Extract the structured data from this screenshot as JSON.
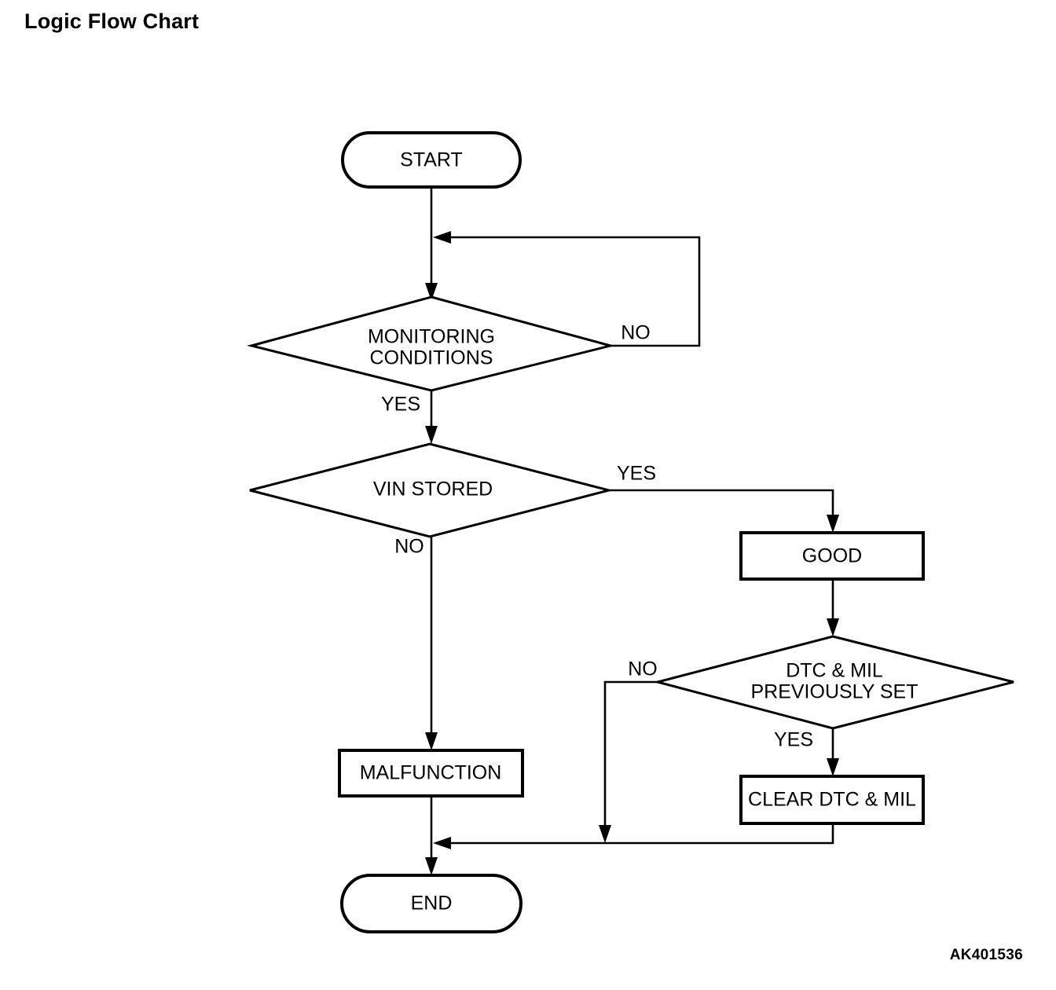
{
  "page": {
    "title": "Logic Flow Chart",
    "figure_code": "AK401536",
    "background_color": "#ffffff",
    "line_color": "#000000",
    "text_color": "#000000"
  },
  "chart_data": {
    "type": "flowchart",
    "title": "Logic Flow Chart",
    "nodes": [
      {
        "id": "start",
        "label": "START",
        "shape": "terminator"
      },
      {
        "id": "monitoring",
        "label": "MONITORING CONDITIONS",
        "label_line1": "MONITORING",
        "label_line2": "CONDITIONS",
        "shape": "decision"
      },
      {
        "id": "vin",
        "label": "VIN STORED",
        "shape": "decision"
      },
      {
        "id": "good",
        "label": "GOOD",
        "shape": "process"
      },
      {
        "id": "dtcmil",
        "label": "DTC & MIL PREVIOUSLY SET",
        "label_line1": "DTC & MIL",
        "label_line2": "PREVIOUSLY SET",
        "shape": "decision"
      },
      {
        "id": "clear",
        "label": "CLEAR DTC & MIL",
        "shape": "process"
      },
      {
        "id": "malfunction",
        "label": "MALFUNCTION",
        "shape": "process"
      },
      {
        "id": "end",
        "label": "END",
        "shape": "terminator"
      }
    ],
    "edges": [
      {
        "from": "start",
        "to": "monitoring",
        "label": ""
      },
      {
        "from": "monitoring",
        "to": "monitoring",
        "label": "NO"
      },
      {
        "from": "monitoring",
        "to": "vin",
        "label": "YES"
      },
      {
        "from": "vin",
        "to": "good",
        "label": "YES"
      },
      {
        "from": "vin",
        "to": "malfunction",
        "label": "NO"
      },
      {
        "from": "good",
        "to": "dtcmil",
        "label": ""
      },
      {
        "from": "dtcmil",
        "to": "end",
        "label": "NO"
      },
      {
        "from": "dtcmil",
        "to": "clear",
        "label": "YES"
      },
      {
        "from": "clear",
        "to": "end",
        "label": ""
      },
      {
        "from": "malfunction",
        "to": "end",
        "label": ""
      }
    ],
    "edge_labels": {
      "monitoring_no": "NO",
      "monitoring_yes": "YES",
      "vin_yes": "YES",
      "vin_no": "NO",
      "dtcmil_no": "NO",
      "dtcmil_yes": "YES"
    }
  }
}
